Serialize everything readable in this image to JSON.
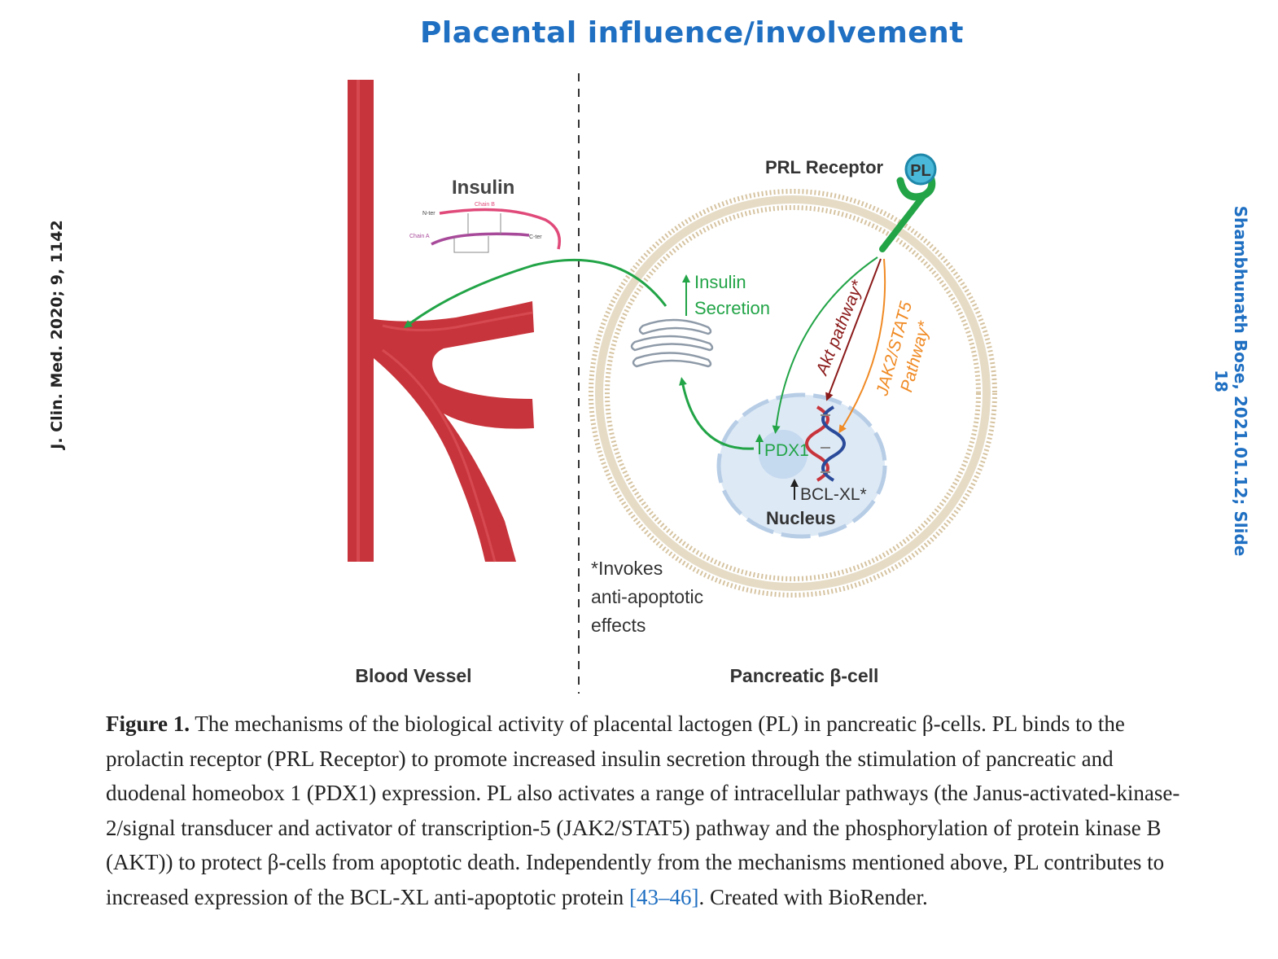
{
  "title": "Placental influence/involvement",
  "citation": "J. Clin. Med. 2020; 9, 1142",
  "credit": "Shambhunath Bose, 2021.01.12; Slide  18",
  "diagram": {
    "insulin_label": "Insulin",
    "chain_b": "Chain B",
    "chain_a": "Chain A",
    "nter": "N-ter",
    "cter": "C-ter",
    "prl_receptor": "PRL Receptor",
    "pl": "PL",
    "insulin_secretion_1": "Insulin",
    "insulin_secretion_2": "Secretion",
    "akt_pathway": "Akt pathway*",
    "jak2_1": "JAK2/STAT5",
    "jak2_2": "Pathway*",
    "pdx1": "PDX1",
    "bclxl": "BCL-XL*",
    "nucleus": "Nucleus",
    "note_1": "*Invokes",
    "note_2": "anti-apoptotic",
    "note_3": "effects",
    "blood_vessel": "Blood Vessel",
    "beta_cell": "Pancreatic β-cell"
  },
  "caption": {
    "figure_label": "Figure 1.",
    "text": " The mechanisms of the biological activity of placental lactogen (PL) in pancreatic β-cells. PL binds to the prolactin receptor (PRL Receptor) to promote increased insulin secretion through the stimulation of pancreatic and duodenal homeobox 1 (PDX1) expression. PL also activates a range of intracellular pathways (the Janus-activated-kinase-2/signal transducer and activator of transcription-5 (JAK2/STAT5) pathway and the phosphorylation of protein kinase B (AKT)) to protect β-cells from apoptotic death. Independently from the mechanisms mentioned above, PL contributes to increased expression of the BCL-XL anti-apoptotic protein ",
    "refs": "[43–46]",
    "tail": ". Created with BioRender."
  },
  "colors": {
    "title": "#1f6fc2",
    "vessel": "#c8343b",
    "green": "#22a447",
    "akt": "#8b1a1a",
    "jak": "#f08a24",
    "membrane": "#d6c3a0",
    "nucleus": "#dde9f5"
  }
}
